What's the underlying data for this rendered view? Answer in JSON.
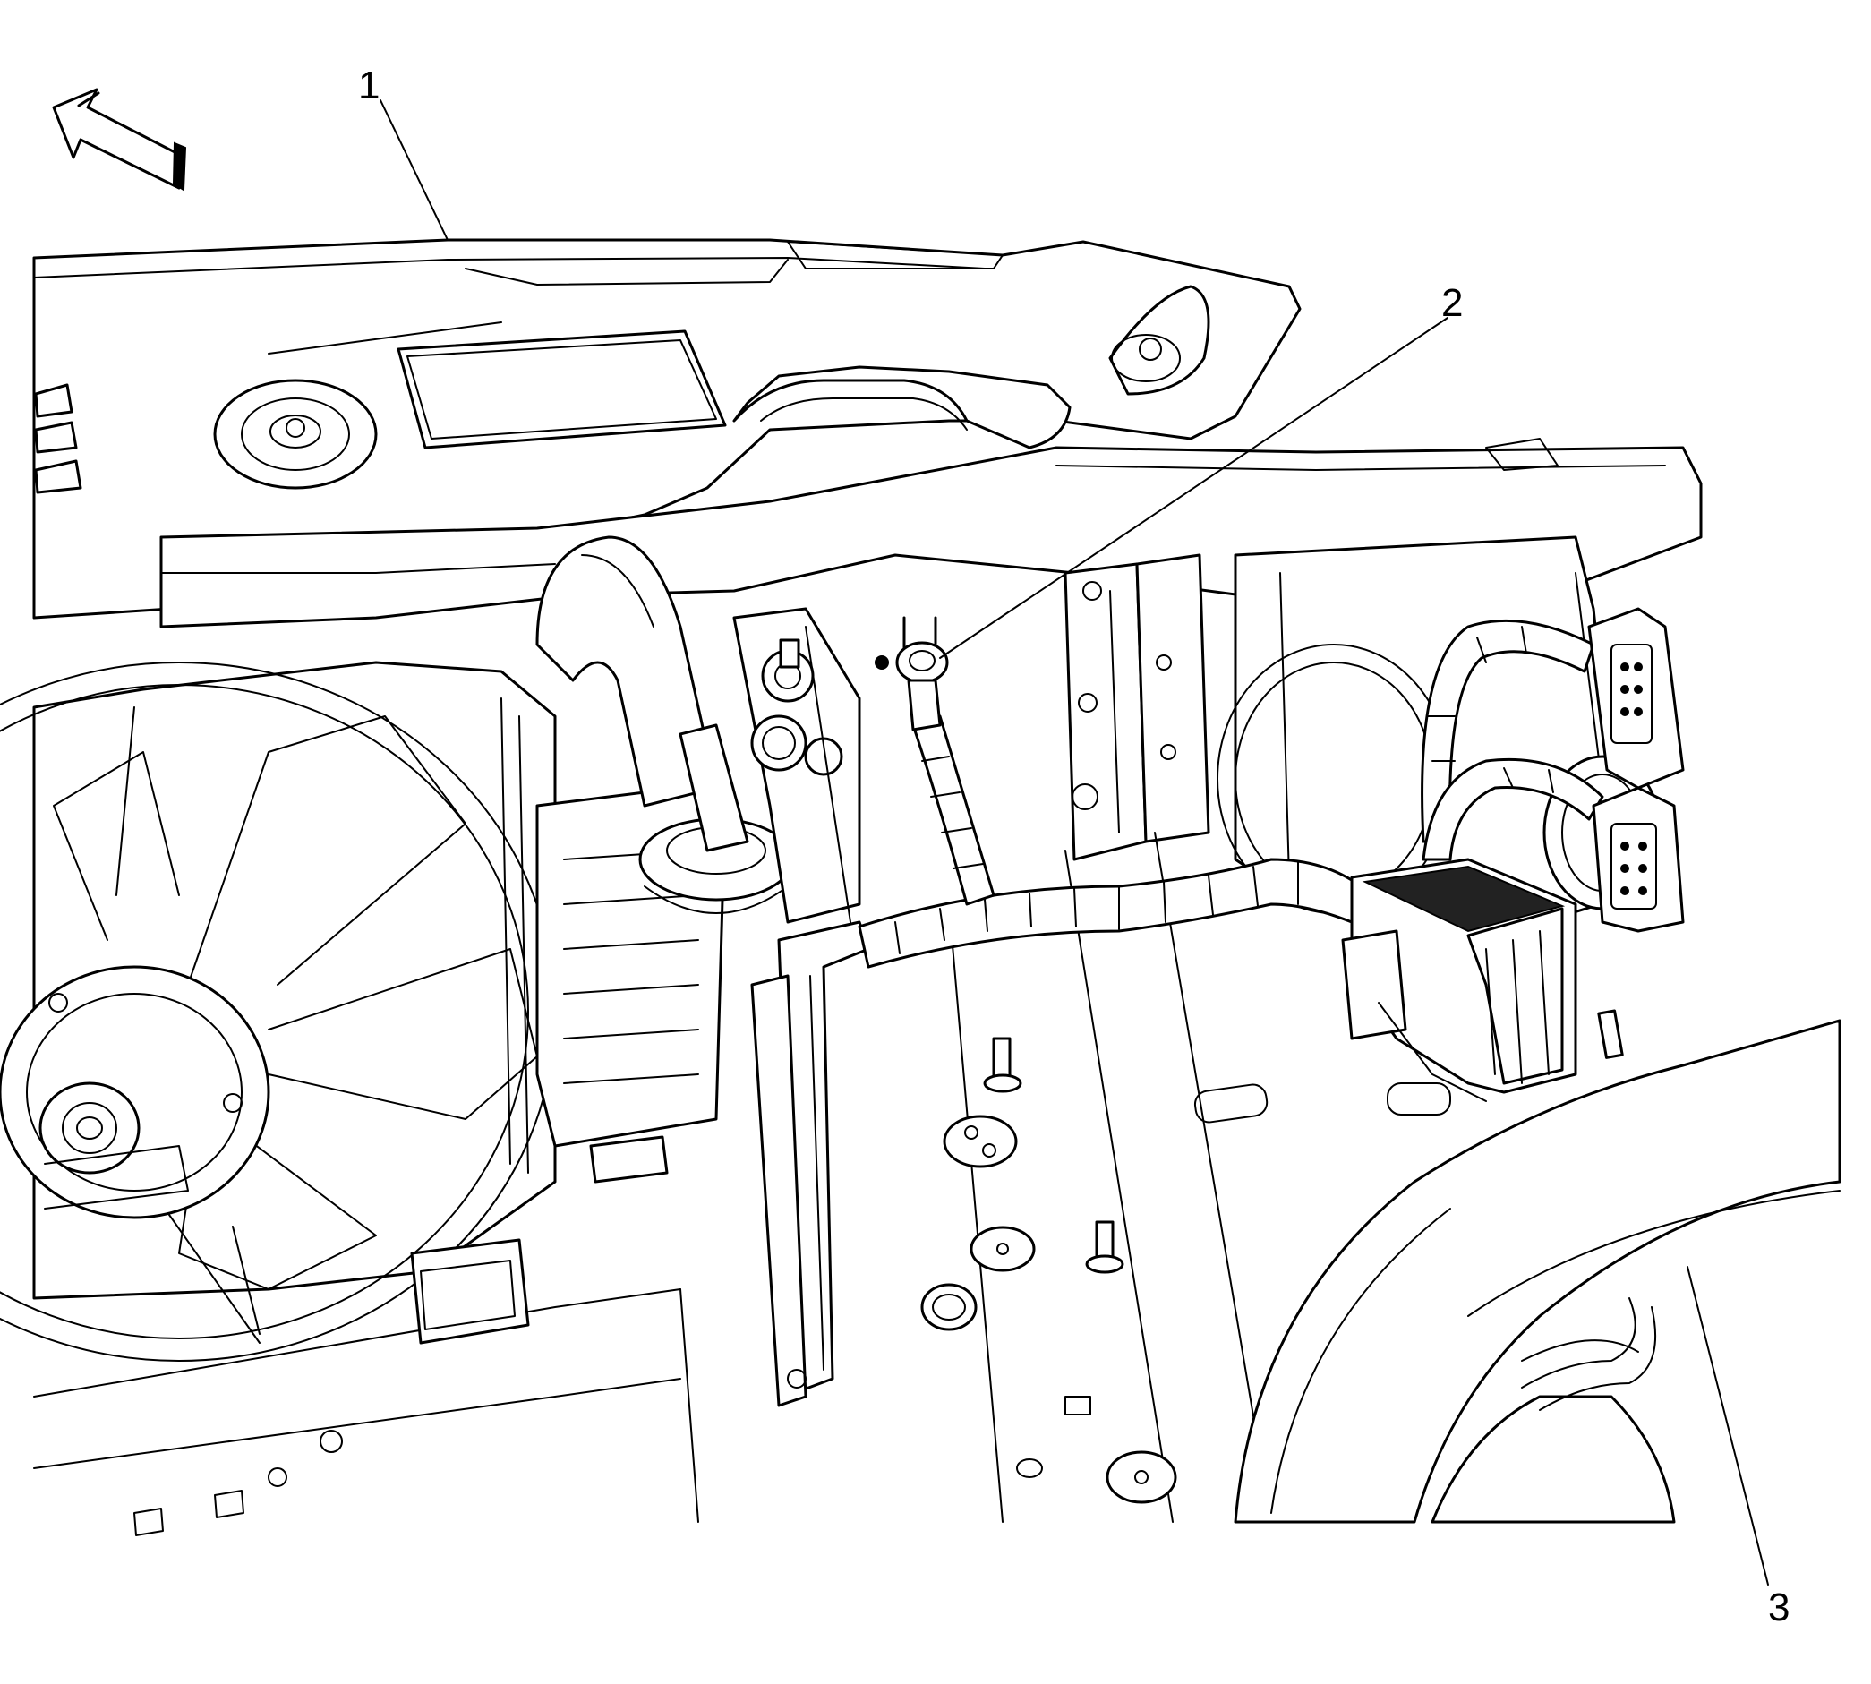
{
  "callouts": [
    {
      "id": "1",
      "label": "1"
    },
    {
      "id": "2",
      "label": "2"
    },
    {
      "id": "3",
      "label": "3"
    }
  ],
  "icons": {
    "direction": "forward-arrow-icon"
  }
}
